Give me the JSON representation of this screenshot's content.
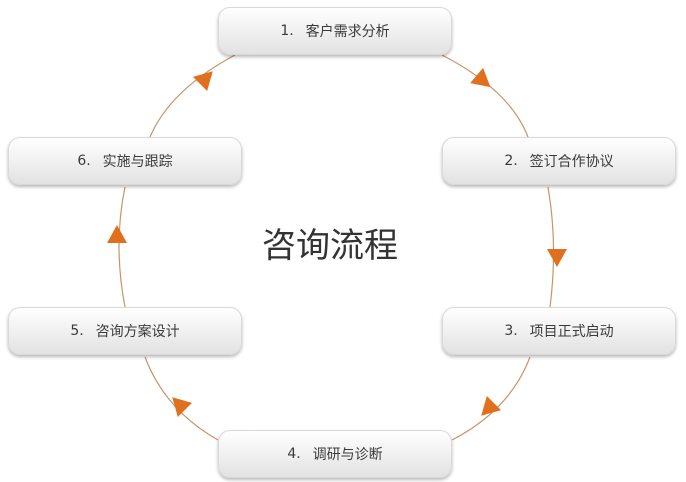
{
  "title": "咨询流程",
  "steps": [
    {
      "num": "1.",
      "label": "客户需求分析"
    },
    {
      "num": "2.",
      "label": "签订合作协议"
    },
    {
      "num": "3.",
      "label": "项目正式启动"
    },
    {
      "num": "4.",
      "label": "调研与诊断"
    },
    {
      "num": "5.",
      "label": "咨询方案设计"
    },
    {
      "num": "6.",
      "label": "实施与跟踪"
    }
  ],
  "colors": {
    "arrow": "#e0701e",
    "line": "#c8946a"
  }
}
